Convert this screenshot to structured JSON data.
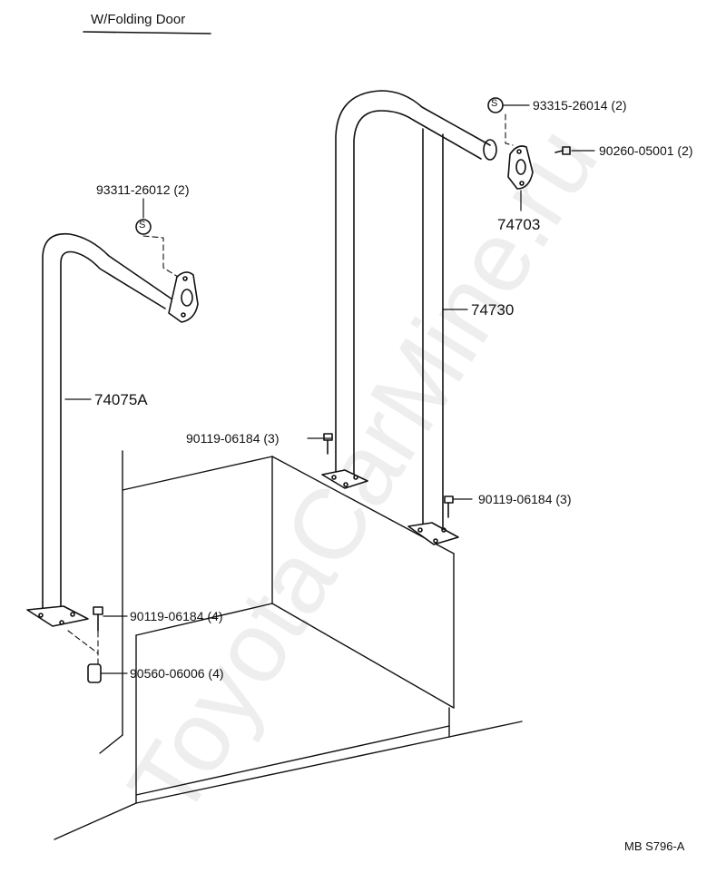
{
  "title": "W/Folding Door",
  "diagram_code": "MB S796-A",
  "watermark": "ToyotaCarMine.ru",
  "parts": {
    "rail_left": "74075A",
    "rail_right": "74730",
    "bracket": "74703",
    "screw_left_top": "93311-26012 (2)",
    "screw_right_top": "93315-26014 (2)",
    "bolt_bracket": "90260-05001 (2)",
    "bolt_mid": "90119-06184 (3)",
    "bolt_right_base": "90119-06184 (3)",
    "bolt_left_base": "90119-06184 (4)",
    "spacer": "90560-06006 (4)",
    "s_mark": "S"
  }
}
